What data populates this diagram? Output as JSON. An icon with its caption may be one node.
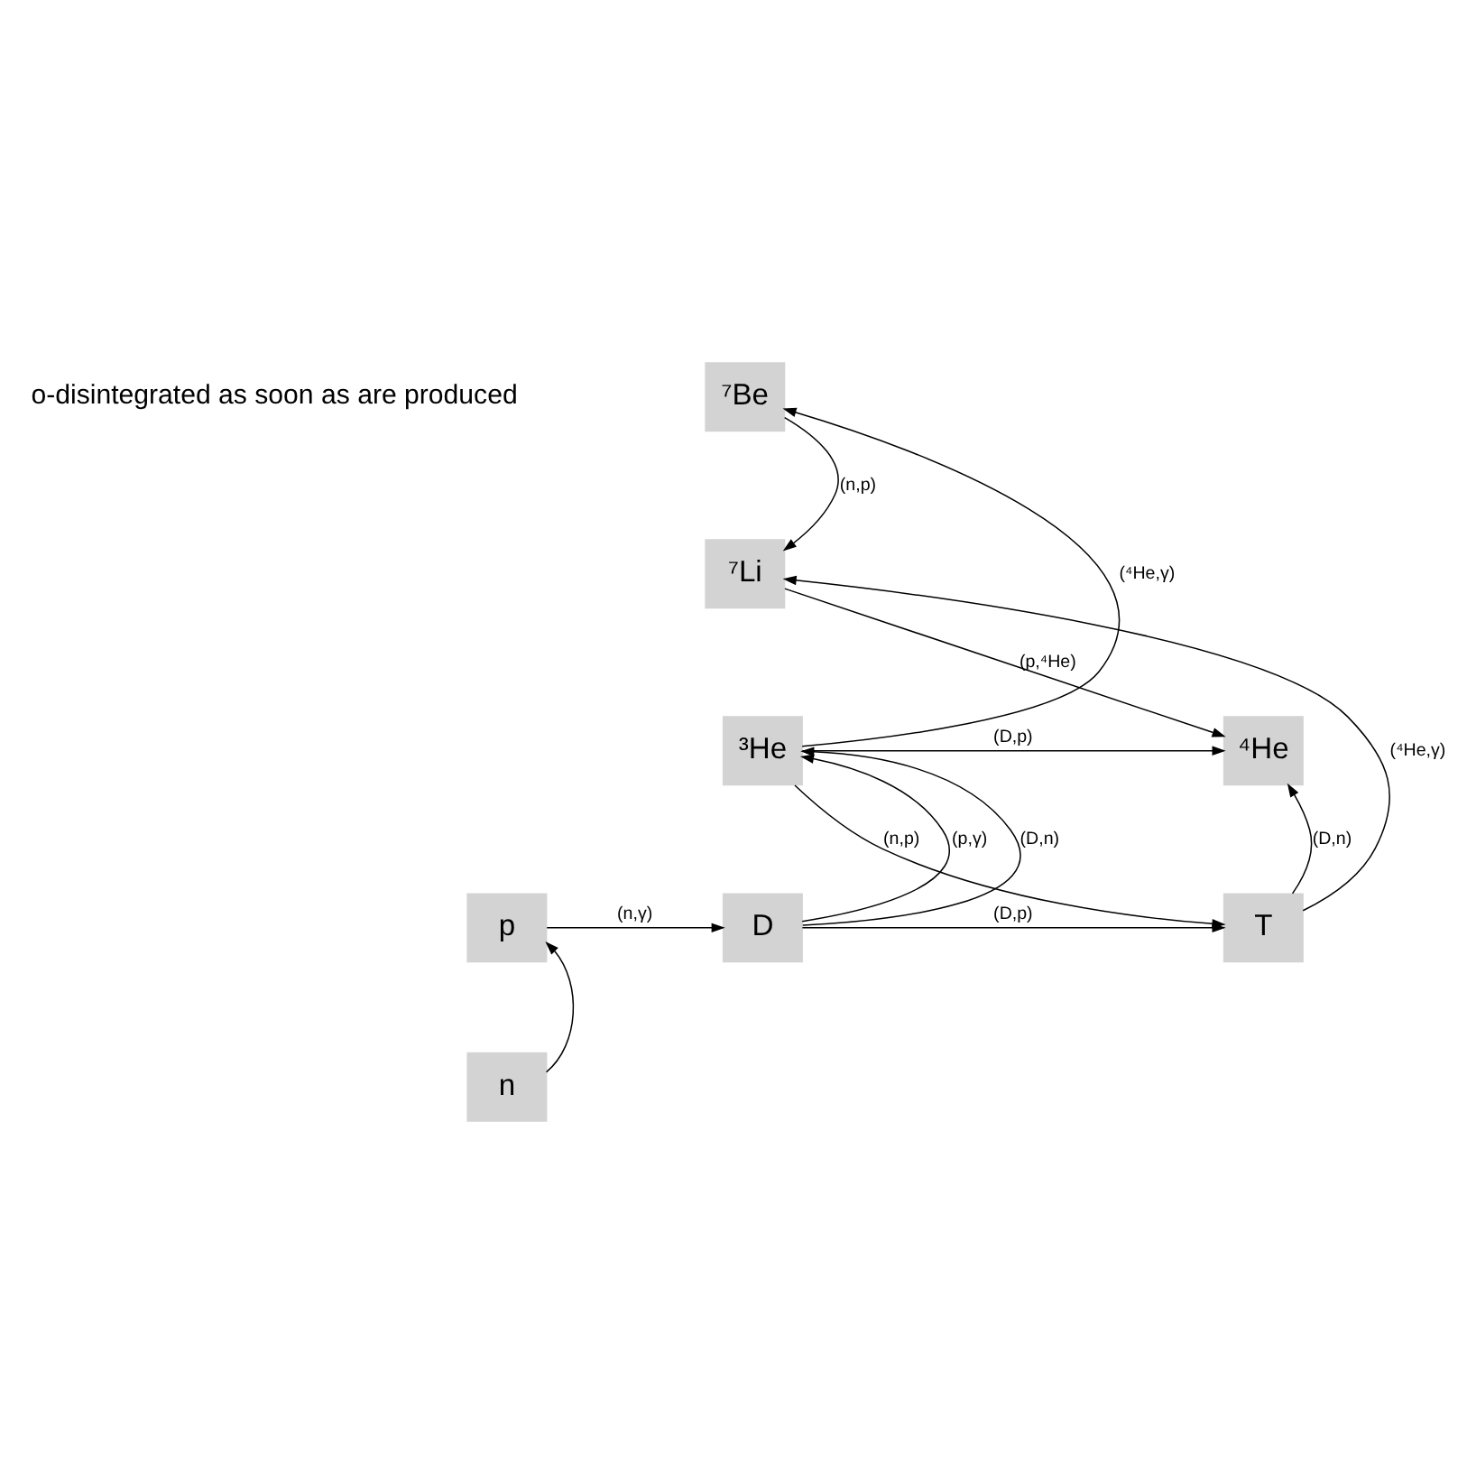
{
  "diagram": {
    "nodes": [
      {
        "text": [
          "⁷Be"
        ]
      },
      {
        "text": [
          "⁷Li"
        ]
      },
      {
        "text": [
          "³He"
        ]
      },
      {
        "text": [
          "⁴He"
        ]
      },
      {
        "text": [
          "p"
        ]
      },
      {
        "text": [
          "D"
        ]
      },
      {
        "text": [
          "T"
        ]
      },
      {
        "text": [
          "n"
        ]
      }
    ],
    "edges": [
      {
        "from": 7,
        "to": 4,
        "arrow": "to"
      },
      {
        "from": 4,
        "to": 5,
        "arrow": "to",
        "label": "(n,γ)"
      },
      {
        "from": 5,
        "to": 2,
        "arrow": "to",
        "label": "(p,γ)"
      },
      {
        "from": 5,
        "to": 2,
        "arrow": "to",
        "label": "(D,n)"
      },
      {
        "from": 5,
        "to": 6,
        "arrow": "to",
        "label": "(D,p)"
      },
      {
        "from": 2,
        "to": 3,
        "arrow": "to",
        "label": "(D,p)"
      },
      {
        "from": 2,
        "to": 6,
        "arrow": "to",
        "label": "(n,p)"
      },
      {
        "from": 6,
        "to": 3,
        "arrow": "to",
        "label": "(D,n)"
      },
      {
        "from": 2,
        "to": 0,
        "arrow": "to",
        "label": "(⁴He,γ)"
      },
      {
        "from": 0,
        "to": 1,
        "arrow": "to",
        "label": "(n,p)"
      },
      {
        "from": 1,
        "to": 3,
        "arrow": "to",
        "label": "(p,⁴He)"
      },
      {
        "from": 6,
        "to": 1,
        "arrow": "to",
        "label": "(⁴He,γ)"
      }
    ],
    "labels": [
      "o-disintegrated as soon as are produced"
    ]
  }
}
